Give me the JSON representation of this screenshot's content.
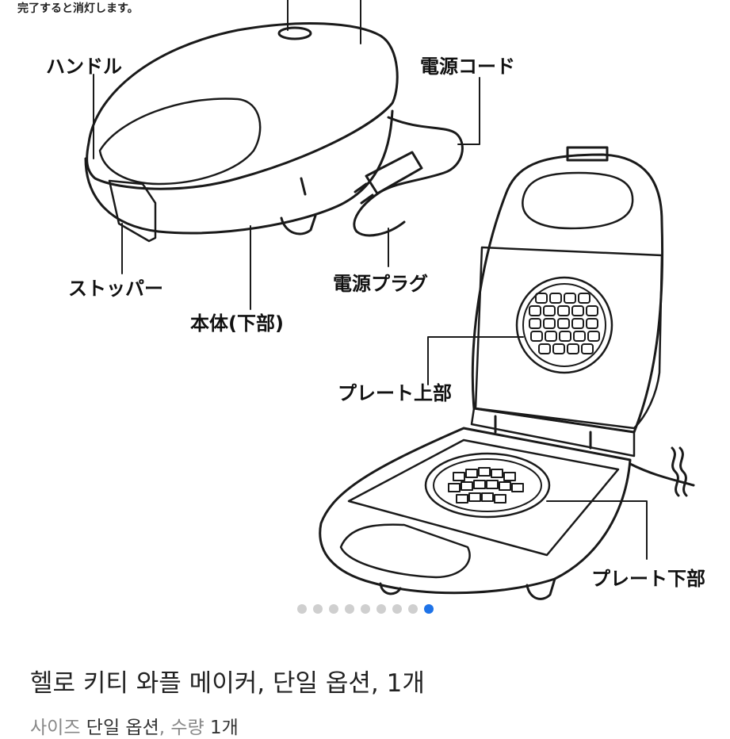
{
  "diagram": {
    "top_note": "完了すると消灯します。",
    "labels": {
      "handle": "ハンドル",
      "power_cord": "電源コード",
      "stopper": "ストッパー",
      "power_plug": "電源プラグ",
      "body_lower": "本体(下部)",
      "plate_upper": "プレート上部",
      "plate_lower": "プレート下部"
    }
  },
  "carousel": {
    "total": 9,
    "active_index": 8
  },
  "product": {
    "title": "헬로 키티 와플 메이커, 단일 옵션, 1개",
    "size_label": "사이즈",
    "size_value": "단일 옵션",
    "qty_label": "수량",
    "qty_value": "1개"
  },
  "colors": {
    "accent": "#1e73e8",
    "dot_inactive": "#cfcfcf"
  }
}
